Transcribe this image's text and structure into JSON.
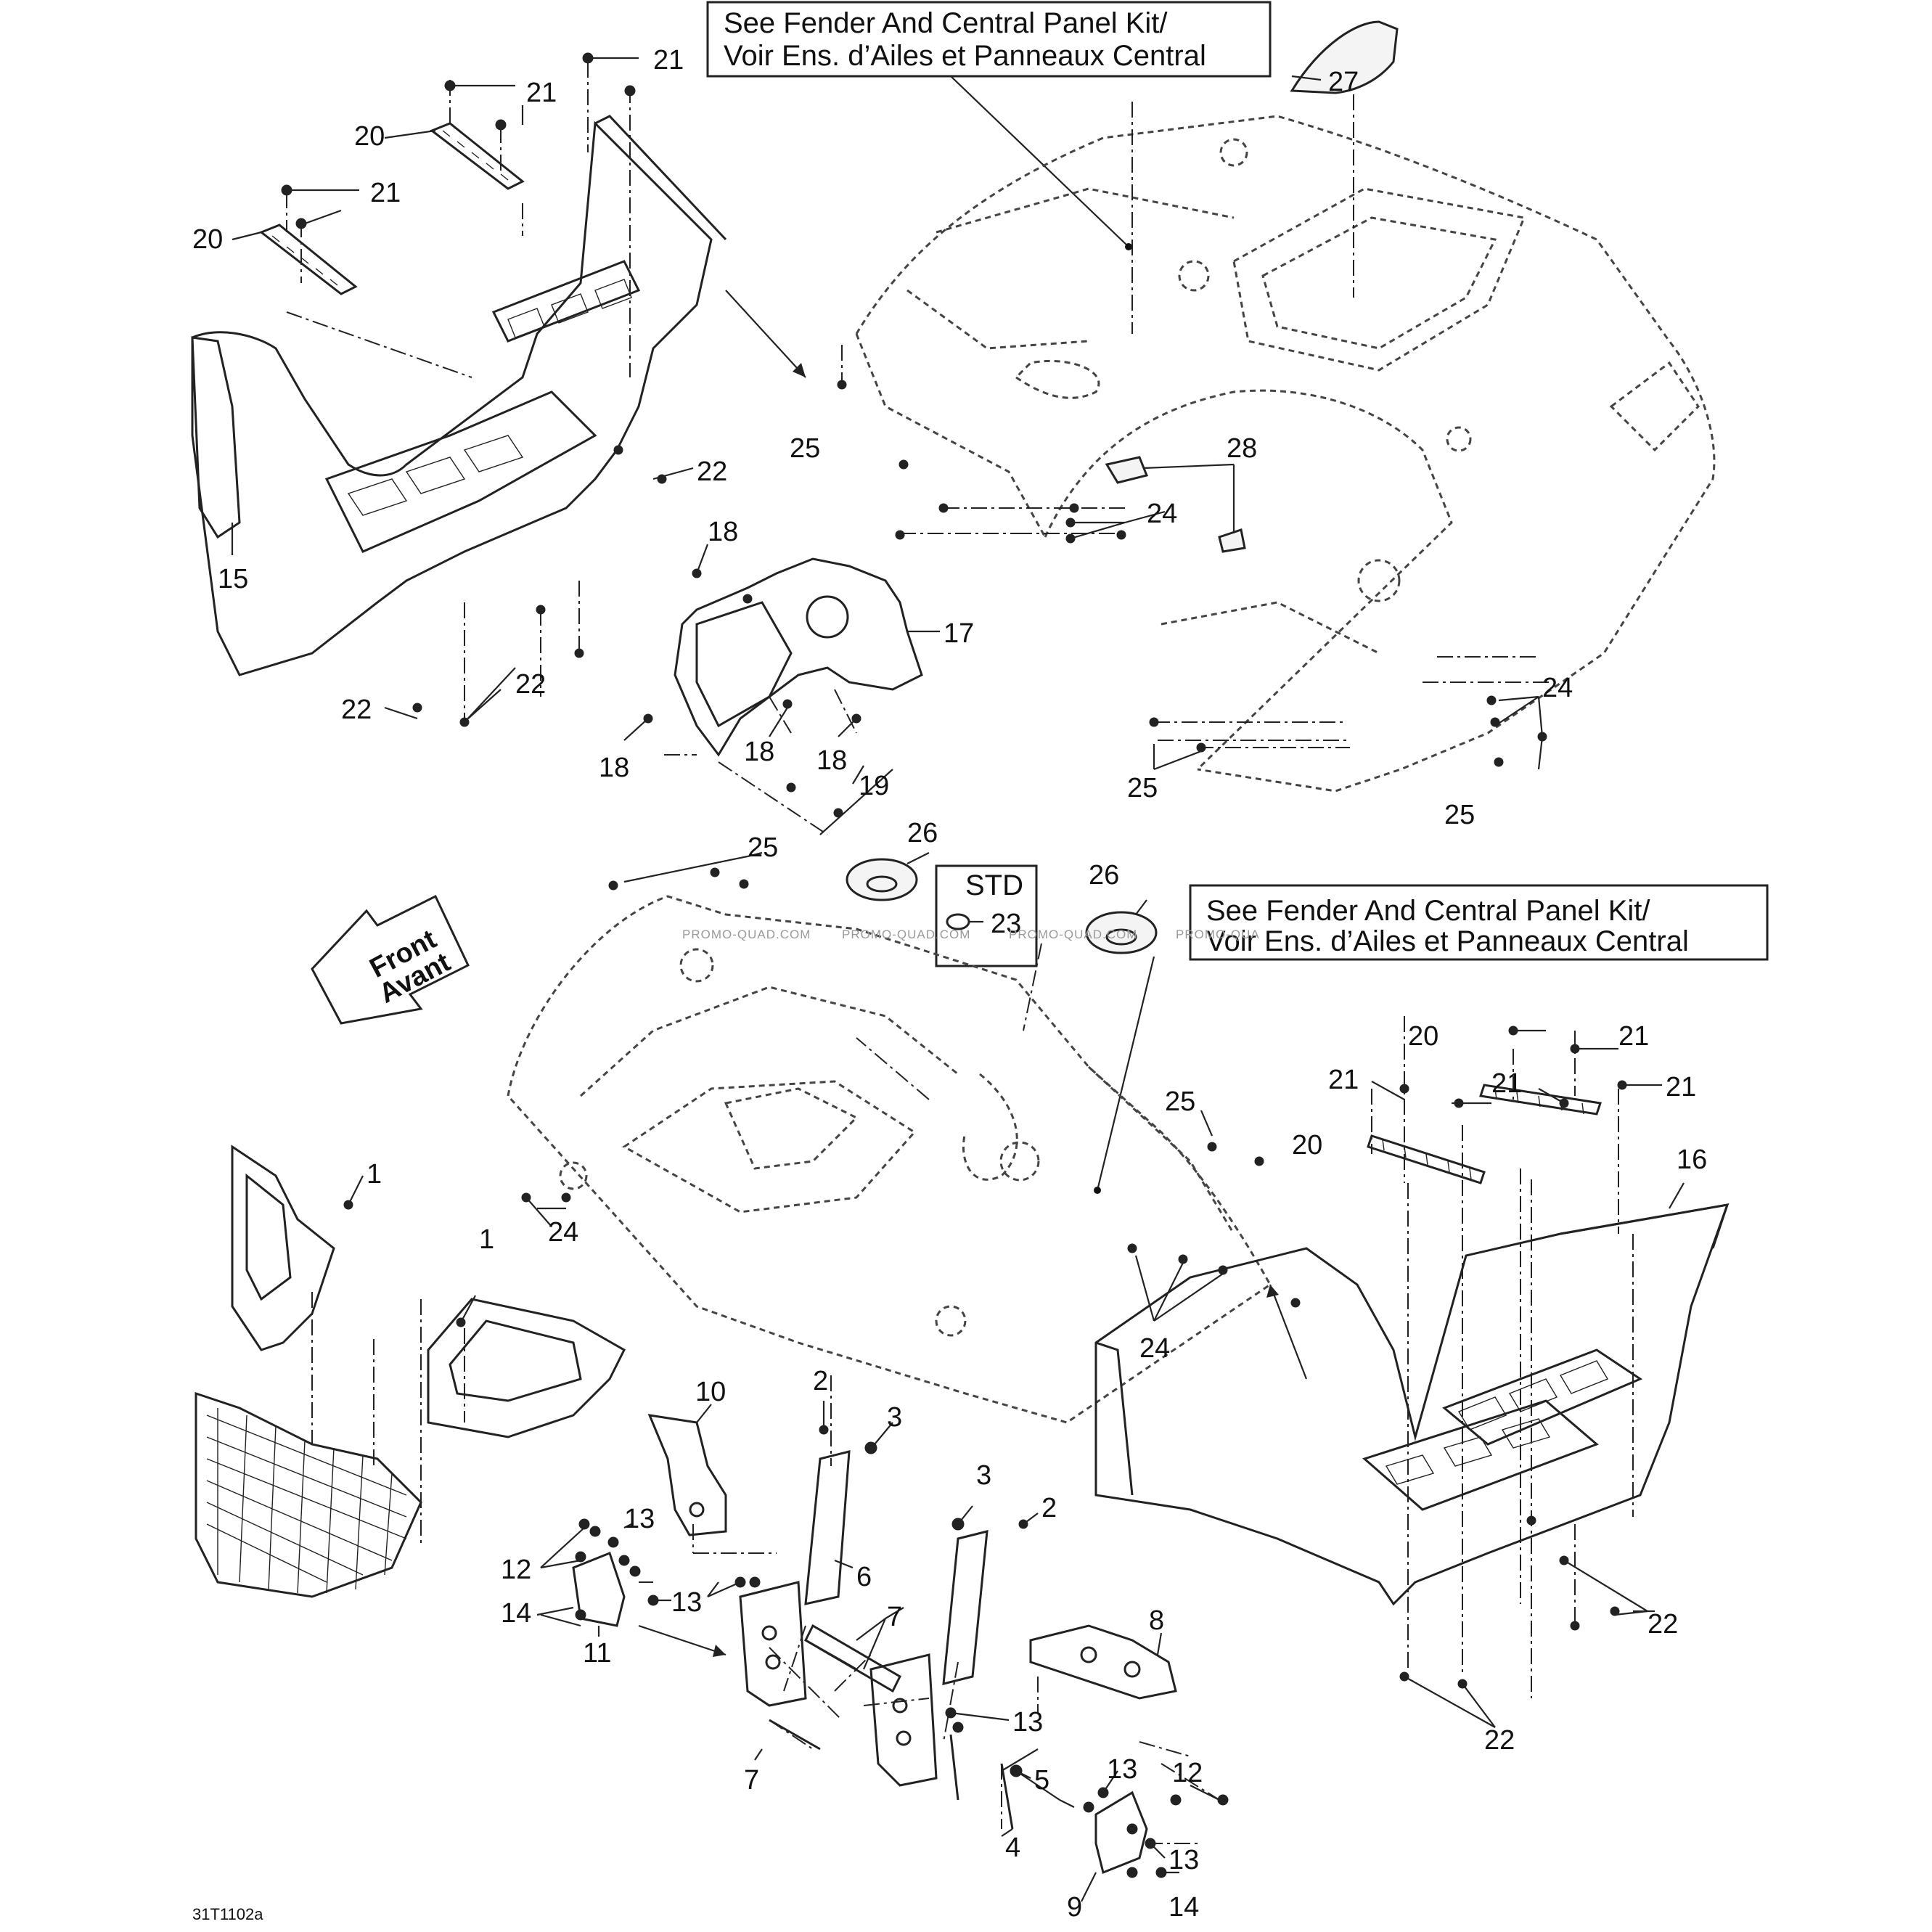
{
  "notes": {
    "top": [
      "See Fender And Central Panel Kit/",
      "Voir Ens. d’Ailes et Panneaux Central"
    ],
    "middle": [
      "See Fender And Central Panel Kit/",
      "Voir Ens. d’Ailes et Panneaux Central"
    ]
  },
  "std_label": "STD",
  "front_arrow": [
    "Front",
    "Avant"
  ],
  "drawing_number": "31T1102a",
  "watermarks": [
    "PROMO-QUAD.COM",
    "PROMO-QUAD.COM",
    "PROMO-QUAD.COM",
    "PROMO-QUA"
  ],
  "callouts": {
    "c1a": "1",
    "c1b": "1",
    "c2a": "2",
    "c2b": "2",
    "c3a": "3",
    "c3b": "3",
    "c4": "4",
    "c5": "5",
    "c6": "6",
    "c7a": "7",
    "c7b": "7",
    "c8": "8",
    "c9": "9",
    "c10": "10",
    "c11": "11",
    "c12a": "12",
    "c12b": "12",
    "c13a": "13",
    "c13b": "13",
    "c13c": "13",
    "c13d": "13",
    "c13e": "13",
    "c14a": "14",
    "c14b": "14",
    "c15": "15",
    "c16": "16",
    "c17": "17",
    "c18a": "18",
    "c18b": "18",
    "c18c": "18",
    "c18d": "18",
    "c19": "19",
    "c20a": "20",
    "c20b": "20",
    "c20c": "20",
    "c20d": "20",
    "c21a": "21",
    "c21b": "21",
    "c21c": "21",
    "c21d": "21",
    "c21e": "21",
    "c21f": "21",
    "c21g": "21",
    "c22a": "22",
    "c22b": "22",
    "c22c": "22",
    "c22d": "22",
    "c22e": "22",
    "c23": "23",
    "c24a": "24",
    "c24b": "24",
    "c24c": "24",
    "c24d": "24",
    "c25a": "25",
    "c25b": "25",
    "c25c": "25",
    "c25d": "25",
    "c25e": "25",
    "c26a": "26",
    "c26b": "26",
    "c27": "27",
    "c28": "28"
  }
}
